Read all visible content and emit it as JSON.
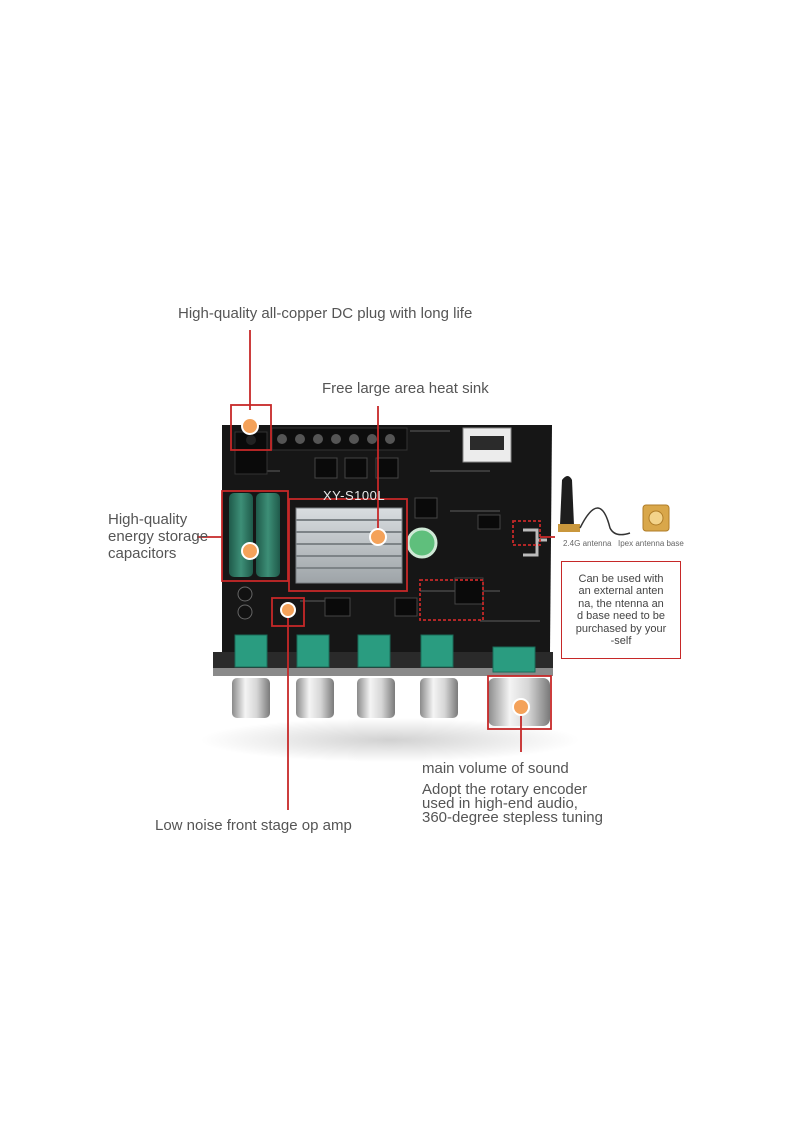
{
  "board": {
    "model": "XY-S100L"
  },
  "callouts": {
    "dc_plug": "High-quality all-copper DC plug with long life",
    "heat_sink": "Free large area heat sink",
    "capacitors": [
      "High-quality",
      "energy storage",
      "capacitors"
    ],
    "op_amp": "Low noise front stage op amp",
    "volume_title": "main volume of sound",
    "volume_desc": [
      "Adopt the rotary encoder",
      "used in high-end audio,",
      "360-degree stepless tuning"
    ],
    "antenna_label": "2.4G antenna",
    "antenna_base_label": "Ipex antenna base",
    "antenna_note": [
      "Can be used with",
      "an external anten",
      "na, the ntenna an",
      "d base need to be",
      "purchased by your",
      "-self"
    ]
  },
  "colors": {
    "accent_red": "#c62828",
    "marker_orange": "#f4a25a",
    "board_black": "#161616",
    "knob_green": "#2a9c80"
  }
}
